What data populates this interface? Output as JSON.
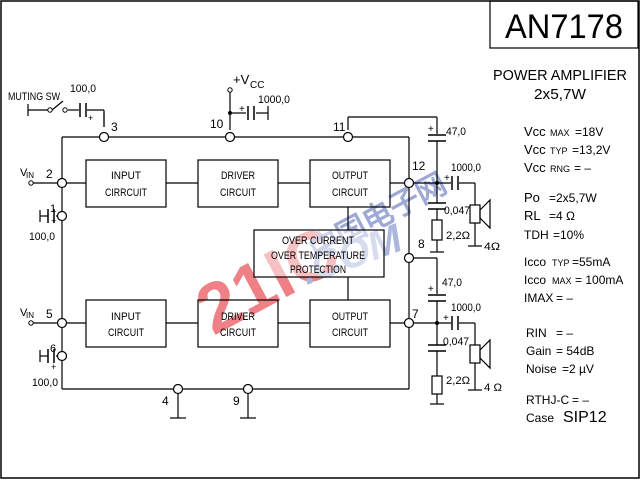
{
  "title": {
    "part_number": "AN7178",
    "function": "POWER AMPLIFIER",
    "rating": "2x5,7W"
  },
  "specs": [
    {
      "param": "Vcc",
      "sub": "MAX",
      "value": "=18V"
    },
    {
      "param": "Vcc",
      "sub": "TYP",
      "value": "=13,2V"
    },
    {
      "param": "Vcc",
      "sub": "RNG",
      "value": "= –"
    },
    {
      "param": "Po",
      "sub": "",
      "value": "=2x5,7W"
    },
    {
      "param": "RL",
      "sub": "",
      "value": "=4 Ω"
    },
    {
      "param": "TDH",
      "sub": "",
      "value": "=10%"
    },
    {
      "param": "Icco",
      "sub": "TYP",
      "value": "=55mA"
    },
    {
      "param": "Icco",
      "sub": "MAX",
      "value": "= 100mA"
    },
    {
      "param": "IMAX",
      "sub": "",
      "value": "=  –"
    },
    {
      "param": "RIN",
      "sub": "",
      "value": "=  –"
    },
    {
      "param": "Gain",
      "sub": "",
      "value": "= 54dB"
    },
    {
      "param": "Noise",
      "sub": "",
      "value": "=2 µV"
    },
    {
      "param": "RTHJ-C",
      "sub": "",
      "value": "=  –"
    },
    {
      "param": "Case",
      "sub": "",
      "value": "SIP12"
    }
  ],
  "blocks": {
    "input1": [
      "INPUT",
      "CIRRCUIT"
    ],
    "driver1": [
      "DRIVER",
      "CIRCUIT"
    ],
    "output1": [
      "OUTPUT",
      "CIRCUIT"
    ],
    "protection": [
      "OVER CURRENT",
      "OVER TEMPERATURE",
      "PROTECTION"
    ],
    "input2": [
      "INPUT",
      "CIRCUIT"
    ],
    "driver2": [
      "DRIVER",
      "CIRCUIT"
    ],
    "output2": [
      "OUTPUT",
      "CIRCUIT"
    ]
  },
  "pins": {
    "p1": "1",
    "p2": "2",
    "p3": "3",
    "p4": "4",
    "p5": "5",
    "p6": "6",
    "p7": "7",
    "p8": "8",
    "p9": "9",
    "p10": "10",
    "p11": "11",
    "p12": "12"
  },
  "labels": {
    "muting_sw": "MUTING SW",
    "vin": "V",
    "vin_sub": "IN",
    "vcc": "+V",
    "vcc_sub": "CC",
    "c_mute": "100,0",
    "c_vcc": "1000,0",
    "c_boot1": "47,0",
    "c_out1": "1000,0",
    "c_snub1": "0,047",
    "r_snub1": "2,2Ω",
    "spk1": "4Ω",
    "c_boot2": "47,0",
    "c_out2": "1000,0",
    "c_snub2": "0,047",
    "r_snub2": "2,2Ω",
    "spk2": "4 Ω",
    "c_pin1": "100,0",
    "c_pin6": "100,0",
    "plus": "+"
  },
  "watermark": {
    "text1": "21IC",
    "text2": "中国电子网",
    "text3": ".COM",
    "color_red": "#e8323c",
    "color_blue": "#3a52a8"
  }
}
